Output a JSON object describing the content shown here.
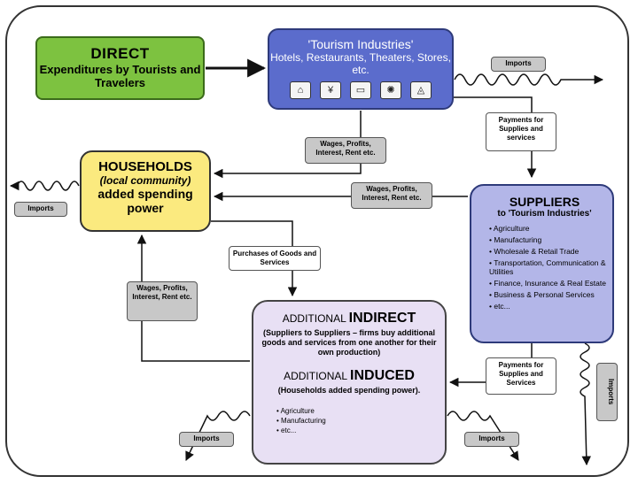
{
  "direct": {
    "title": "DIRECT",
    "subtitle": "Expenditures by Tourists and Travelers"
  },
  "tourism": {
    "title": "'Tourism Industries'",
    "subtitle": "Hotels, Restaurants, Theaters, Stores, etc.",
    "icons": [
      "hotel-icon",
      "restaurant-icon",
      "bed-icon",
      "theater-icon",
      "store-icon"
    ]
  },
  "households": {
    "title": "HOUSEHOLDS",
    "subtitle": "(local community)",
    "note": "added spending power"
  },
  "suppliers": {
    "title": "SUPPLIERS",
    "subtitle": "to 'Tourism Industries'",
    "items": [
      "Agriculture",
      "Manufacturing",
      "Wholesale & Retail Trade",
      "Transportation, Communication & Utilities",
      "Finance, Insurance & Real Estate",
      "Business & Personal Services",
      "etc..."
    ]
  },
  "additional": {
    "indirect_prefix": "ADDITIONAL",
    "indirect_word": "INDIRECT",
    "indirect_desc": "(Suppliers to Suppliers – firms buy additional goods and services from one another for their own production)",
    "induced_prefix": "ADDITIONAL",
    "induced_word": "INDUCED",
    "induced_desc": "(Households added spending power).",
    "items": [
      "Agriculture",
      "Manufacturing",
      "etc..."
    ]
  },
  "labels": {
    "imports": "Imports",
    "wages": "Wages, Profits, Interest, Rent etc.",
    "wages_left": "Wages, Profits, Interest, Rent etc.",
    "payments": "Payments for Supplies and services",
    "payments2": "Payments for Supplies and Services",
    "purchases": "Purchases of Goods and Services"
  }
}
